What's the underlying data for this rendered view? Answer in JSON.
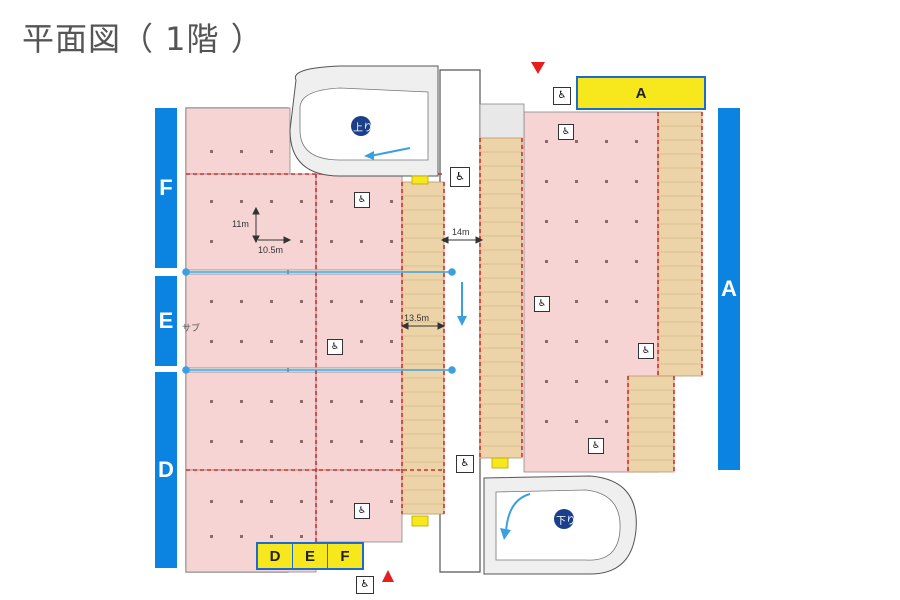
{
  "title": "平面図（ 1階 ）",
  "colors": {
    "floor": "#f6d4d4",
    "parking": "#ecd4a8",
    "highlight": "#f7e81e",
    "tenant_bar": "#0a84e0",
    "divider": "#d42b2b",
    "arrow": "#3aa0e0",
    "entrance": "#e51e1e",
    "wall": "#555555"
  },
  "tenant_bars": {
    "f": "F",
    "e": "E",
    "d": "D",
    "a": "A"
  },
  "highlight_units": {
    "a": "A",
    "d": "D",
    "e": "E",
    "f": "F"
  },
  "dimensions": {
    "span_11": "11m",
    "span_10_5": "10.5m",
    "span_14": "14m",
    "span_13_5": "13.5m"
  },
  "annotations": {
    "sub": "サブ"
  },
  "ramps": {
    "up": "上り",
    "down": "下り"
  },
  "icons": [
    "restroom-icon",
    "accessible-restroom-icon",
    "entrance-marker-icon",
    "direction-arrow-icon"
  ]
}
